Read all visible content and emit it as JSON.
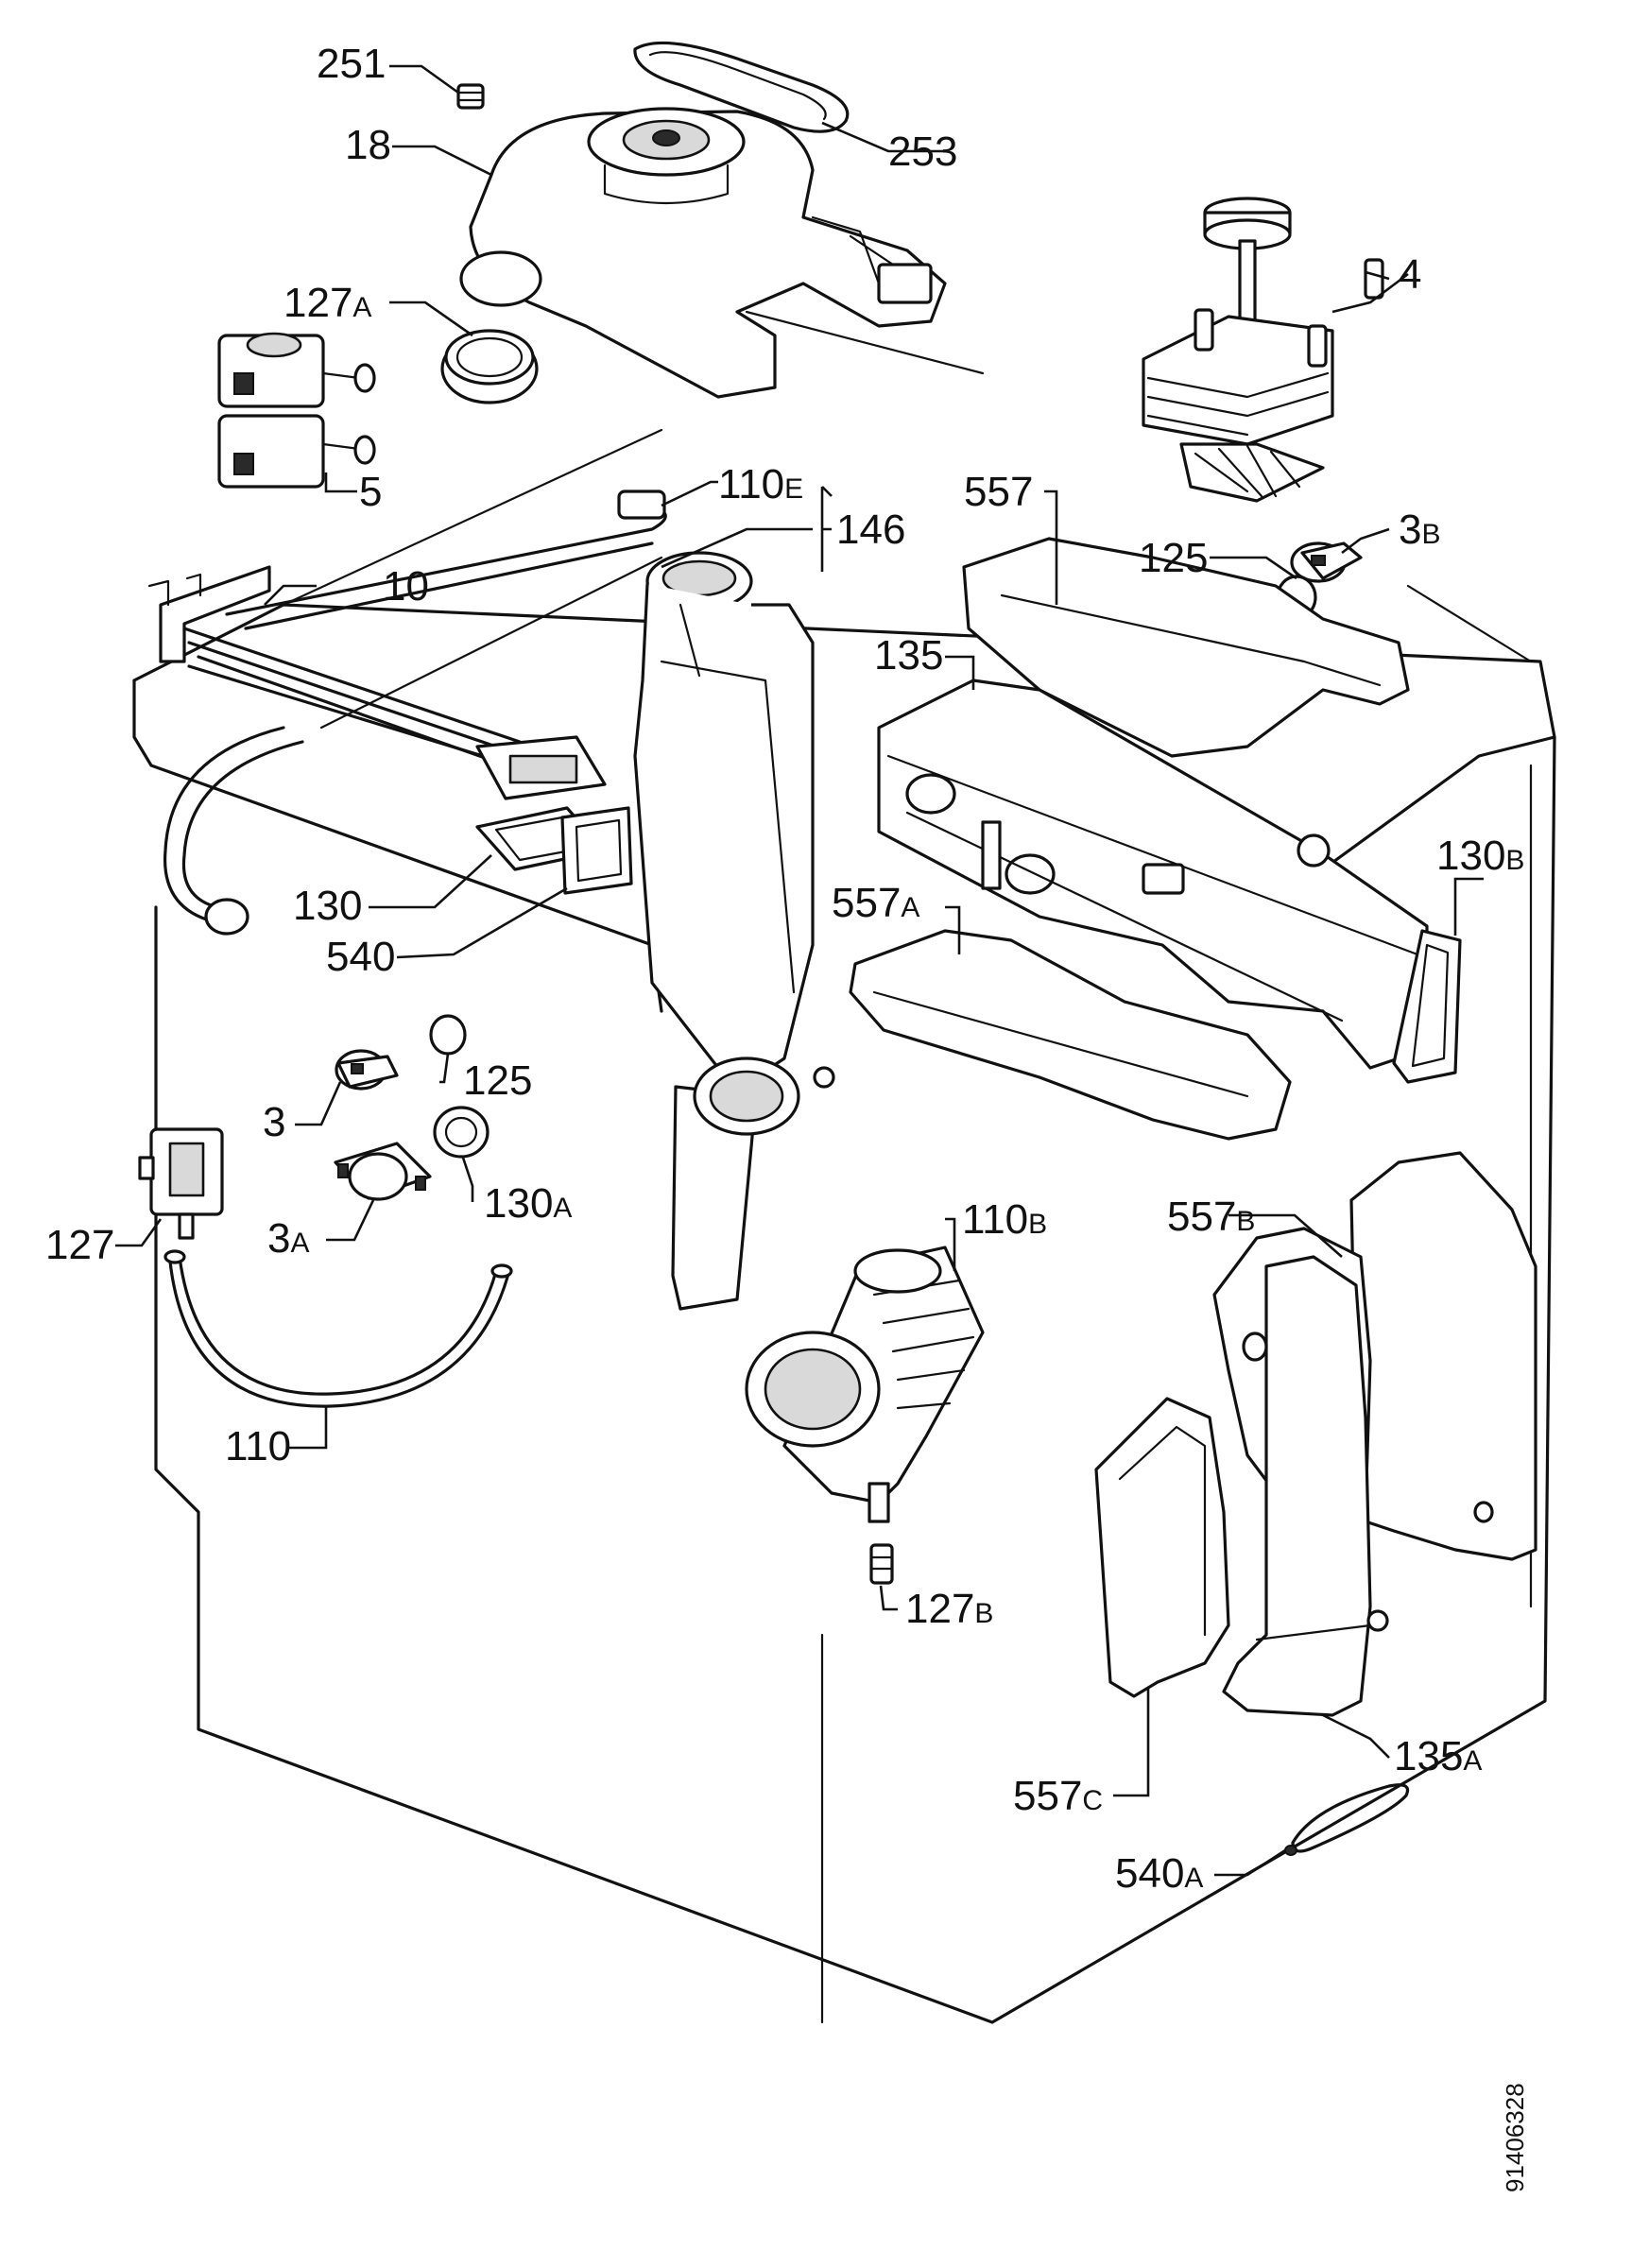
{
  "diagram": {
    "drawing_number": "91406328",
    "callouts": [
      {
        "id": "c251",
        "num": "251",
        "suffix": ""
      },
      {
        "id": "c253",
        "num": "253",
        "suffix": ""
      },
      {
        "id": "c18",
        "num": "18",
        "suffix": ""
      },
      {
        "id": "c127a",
        "num": "127",
        "suffix": "A"
      },
      {
        "id": "c4",
        "num": "4",
        "suffix": ""
      },
      {
        "id": "c5",
        "num": "5",
        "suffix": ""
      },
      {
        "id": "c110e",
        "num": "110",
        "suffix": "E"
      },
      {
        "id": "c146",
        "num": "146",
        "suffix": ""
      },
      {
        "id": "c557",
        "num": "557",
        "suffix": ""
      },
      {
        "id": "c125a",
        "num": "125",
        "suffix": ""
      },
      {
        "id": "c3b",
        "num": "3",
        "suffix": "B"
      },
      {
        "id": "c10",
        "num": "10",
        "suffix": ""
      },
      {
        "id": "c135",
        "num": "135",
        "suffix": ""
      },
      {
        "id": "c130b",
        "num": "130",
        "suffix": "B"
      },
      {
        "id": "c130",
        "num": "130",
        "suffix": ""
      },
      {
        "id": "c557a",
        "num": "557",
        "suffix": "A"
      },
      {
        "id": "c540",
        "num": "540",
        "suffix": ""
      },
      {
        "id": "c125b",
        "num": "125",
        "suffix": ""
      },
      {
        "id": "c3",
        "num": "3",
        "suffix": ""
      },
      {
        "id": "c130a",
        "num": "130",
        "suffix": "A"
      },
      {
        "id": "c3a",
        "num": "3",
        "suffix": "A"
      },
      {
        "id": "c127",
        "num": "127",
        "suffix": ""
      },
      {
        "id": "c110b",
        "num": "110",
        "suffix": "B"
      },
      {
        "id": "c557b",
        "num": "557",
        "suffix": "B"
      },
      {
        "id": "c110",
        "num": "110",
        "suffix": ""
      },
      {
        "id": "c127b",
        "num": "127",
        "suffix": "B"
      },
      {
        "id": "c135a",
        "num": "135",
        "suffix": "A"
      },
      {
        "id": "c557c",
        "num": "557",
        "suffix": "C"
      },
      {
        "id": "c540a",
        "num": "540",
        "suffix": "A"
      }
    ]
  }
}
